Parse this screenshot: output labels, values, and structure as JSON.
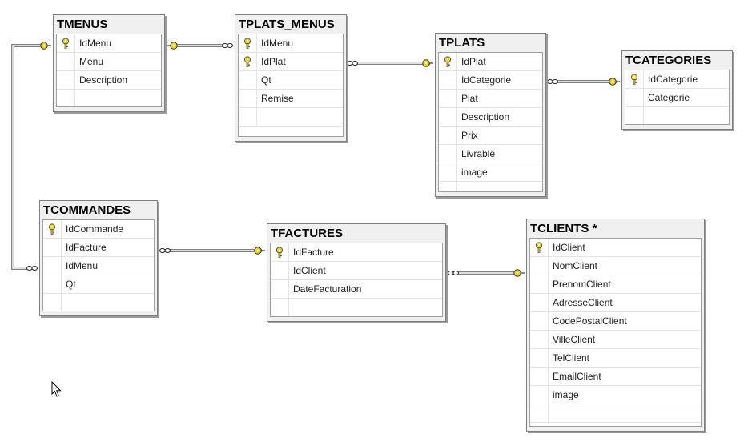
{
  "tables": [
    {
      "id": "tmenus",
      "name": "TMENUS",
      "columns": [
        {
          "name": "IdMenu",
          "key": true
        },
        {
          "name": "Menu",
          "key": false
        },
        {
          "name": "Description",
          "key": false
        }
      ]
    },
    {
      "id": "tplats-menus",
      "name": "TPLATS_MENUS",
      "columns": [
        {
          "name": "IdMenu",
          "key": true
        },
        {
          "name": "IdPlat",
          "key": true
        },
        {
          "name": "Qt",
          "key": false
        },
        {
          "name": "Remise",
          "key": false
        }
      ]
    },
    {
      "id": "tplats",
      "name": "TPLATS",
      "columns": [
        {
          "name": "IdPlat",
          "key": true
        },
        {
          "name": "IdCategorie",
          "key": false
        },
        {
          "name": "Plat",
          "key": false
        },
        {
          "name": "Description",
          "key": false
        },
        {
          "name": "Prix",
          "key": false
        },
        {
          "name": "Livrable",
          "key": false
        },
        {
          "name": "image",
          "key": false
        }
      ]
    },
    {
      "id": "tcategories",
      "name": "TCATEGORIES",
      "columns": [
        {
          "name": "IdCategorie",
          "key": true
        },
        {
          "name": "Categorie",
          "key": false
        }
      ]
    },
    {
      "id": "tcommandes",
      "name": "TCOMMANDES",
      "columns": [
        {
          "name": "IdCommande",
          "key": true
        },
        {
          "name": "IdFacture",
          "key": false
        },
        {
          "name": "IdMenu",
          "key": false
        },
        {
          "name": "Qt",
          "key": false
        }
      ]
    },
    {
      "id": "tfactures",
      "name": "TFACTURES",
      "columns": [
        {
          "name": "IdFacture",
          "key": true
        },
        {
          "name": "IdClient",
          "key": false
        },
        {
          "name": "DateFacturation",
          "key": false
        }
      ]
    },
    {
      "id": "tclients",
      "name": "TCLIENTS *",
      "columns": [
        {
          "name": "IdClient",
          "key": true
        },
        {
          "name": "NomClient",
          "key": false
        },
        {
          "name": "PrenomClient",
          "key": false
        },
        {
          "name": "AdresseClient",
          "key": false
        },
        {
          "name": "CodePostalClient",
          "key": false
        },
        {
          "name": "VilleClient",
          "key": false
        },
        {
          "name": "TelClient",
          "key": false
        },
        {
          "name": "EmailClient",
          "key": false
        },
        {
          "name": "image",
          "key": false
        }
      ]
    }
  ],
  "colors": {
    "key_fill": "#f3d417",
    "key_stroke": "#555555",
    "line": "#808080"
  }
}
